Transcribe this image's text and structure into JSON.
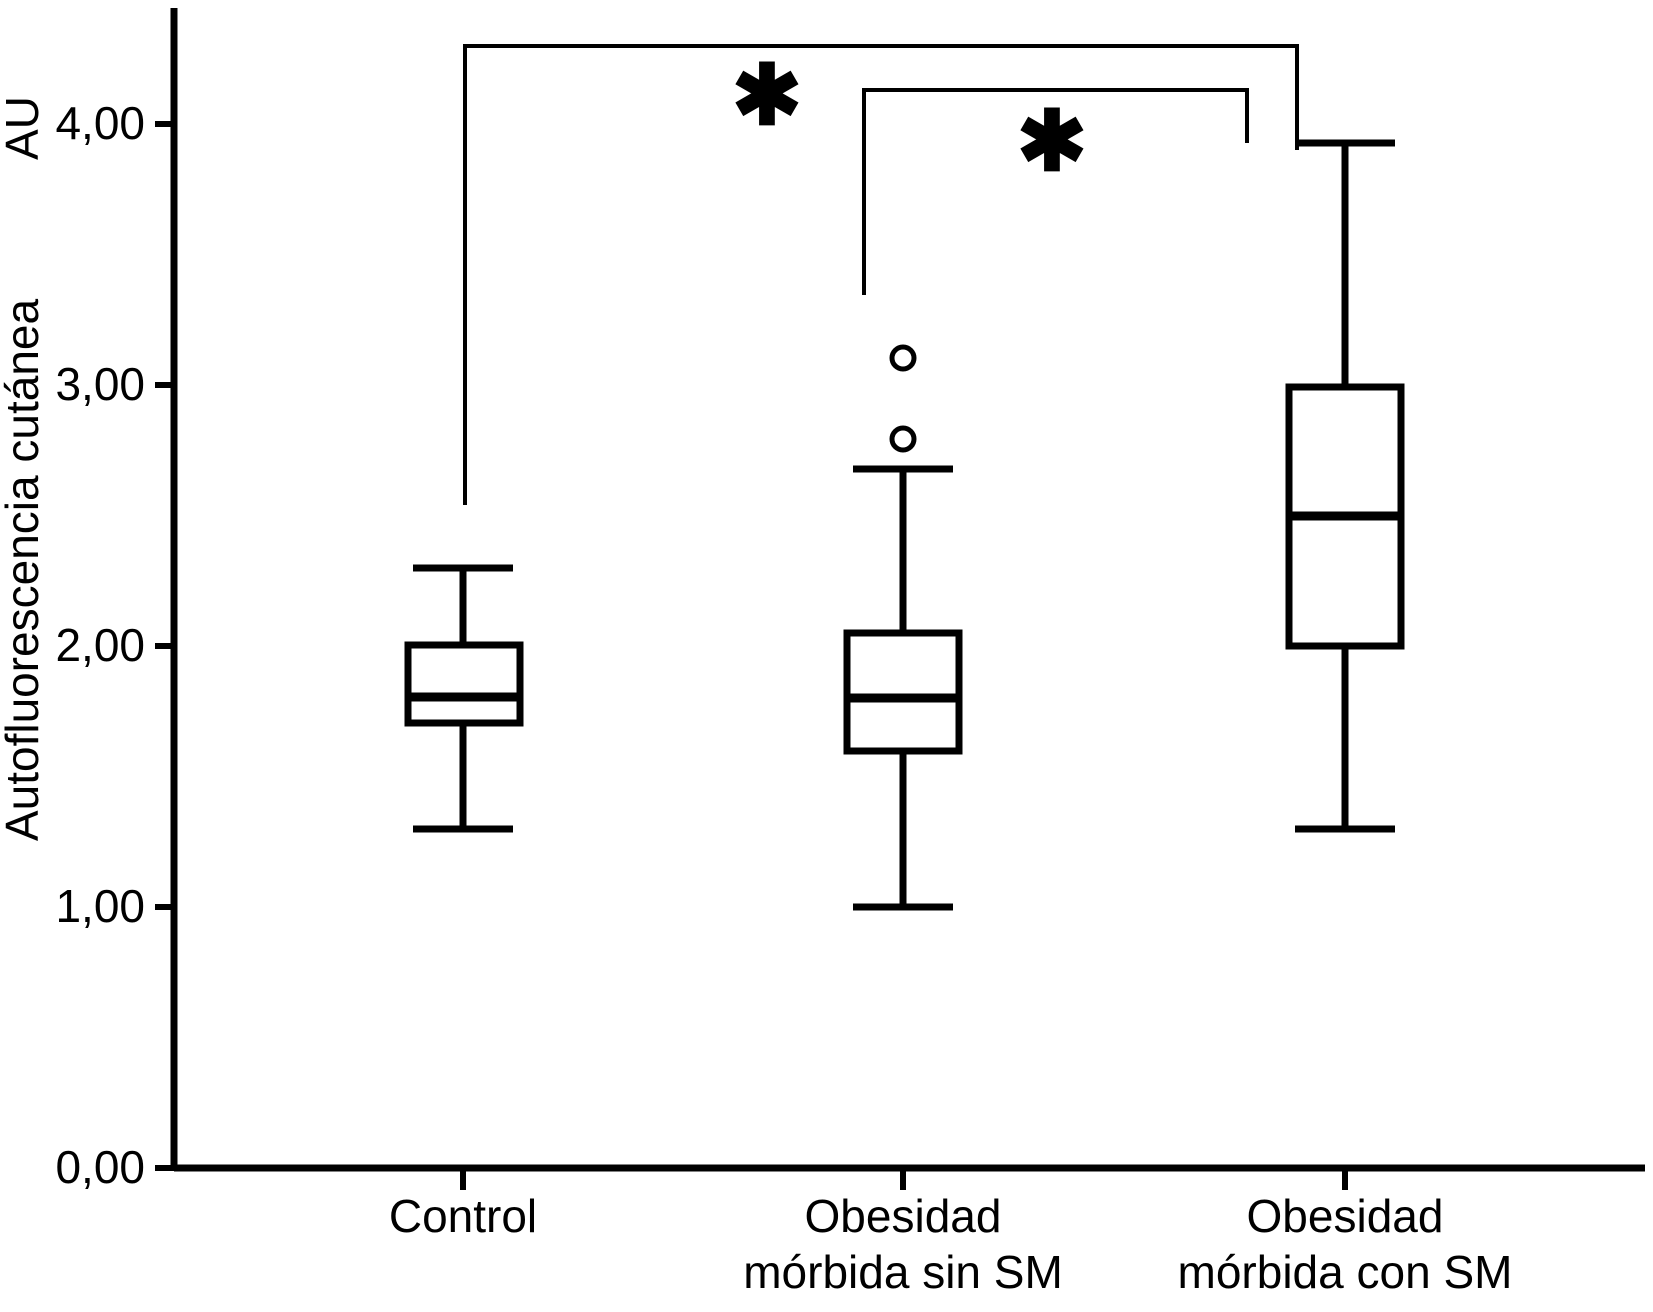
{
  "chart_data": {
    "type": "box",
    "title": "",
    "xlabel": "",
    "ylabel": "Autofluorescencia cutánea",
    "unit_label": "AU",
    "ylim": [
      0.0,
      4.5
    ],
    "grid": false,
    "legend": "none",
    "y_ticks": [
      {
        "value": 0.0,
        "label": "0,00"
      },
      {
        "value": 1.0,
        "label": "1,00"
      },
      {
        "value": 2.0,
        "label": "2,00"
      },
      {
        "value": 3.0,
        "label": "3,00"
      },
      {
        "value": 4.0,
        "label": "4,00"
      }
    ],
    "categories": [
      "Control",
      "Obesidad mórbida sin SM",
      "Obesidad mórbida con SM"
    ],
    "category_lines": [
      [
        "Control"
      ],
      [
        "Obesidad",
        "mórbida sin SM"
      ],
      [
        "Obesidad",
        "mórbida con SM"
      ]
    ],
    "boxes": [
      {
        "category": "Control",
        "whisker_low": 1.3,
        "q1": 1.71,
        "median": 1.81,
        "q3": 2.0,
        "whisker_high": 2.3,
        "outliers": []
      },
      {
        "category": "Obesidad mórbida sin SM",
        "whisker_low": 1.0,
        "q1": 1.6,
        "median": 1.8,
        "q3": 2.05,
        "whisker_high": 2.68,
        "outliers": [
          2.79,
          3.1
        ]
      },
      {
        "category": "Obesidad mórbida con SM",
        "whisker_low": 1.3,
        "q1": 2.0,
        "median": 2.4,
        "q3": 2.9,
        "whisker_high": 3.89,
        "outliers": []
      }
    ],
    "annotations": [
      {
        "symbol": "✱",
        "from": "Control",
        "to": "Obesidad mórbida con SM",
        "meaning": "significant-difference"
      },
      {
        "symbol": "✱",
        "from": "Obesidad mórbida sin SM",
        "to": "Obesidad mórbida con SM",
        "meaning": "significant-difference"
      }
    ]
  },
  "colors": {
    "ink": "#000000",
    "background": "#ffffff"
  }
}
